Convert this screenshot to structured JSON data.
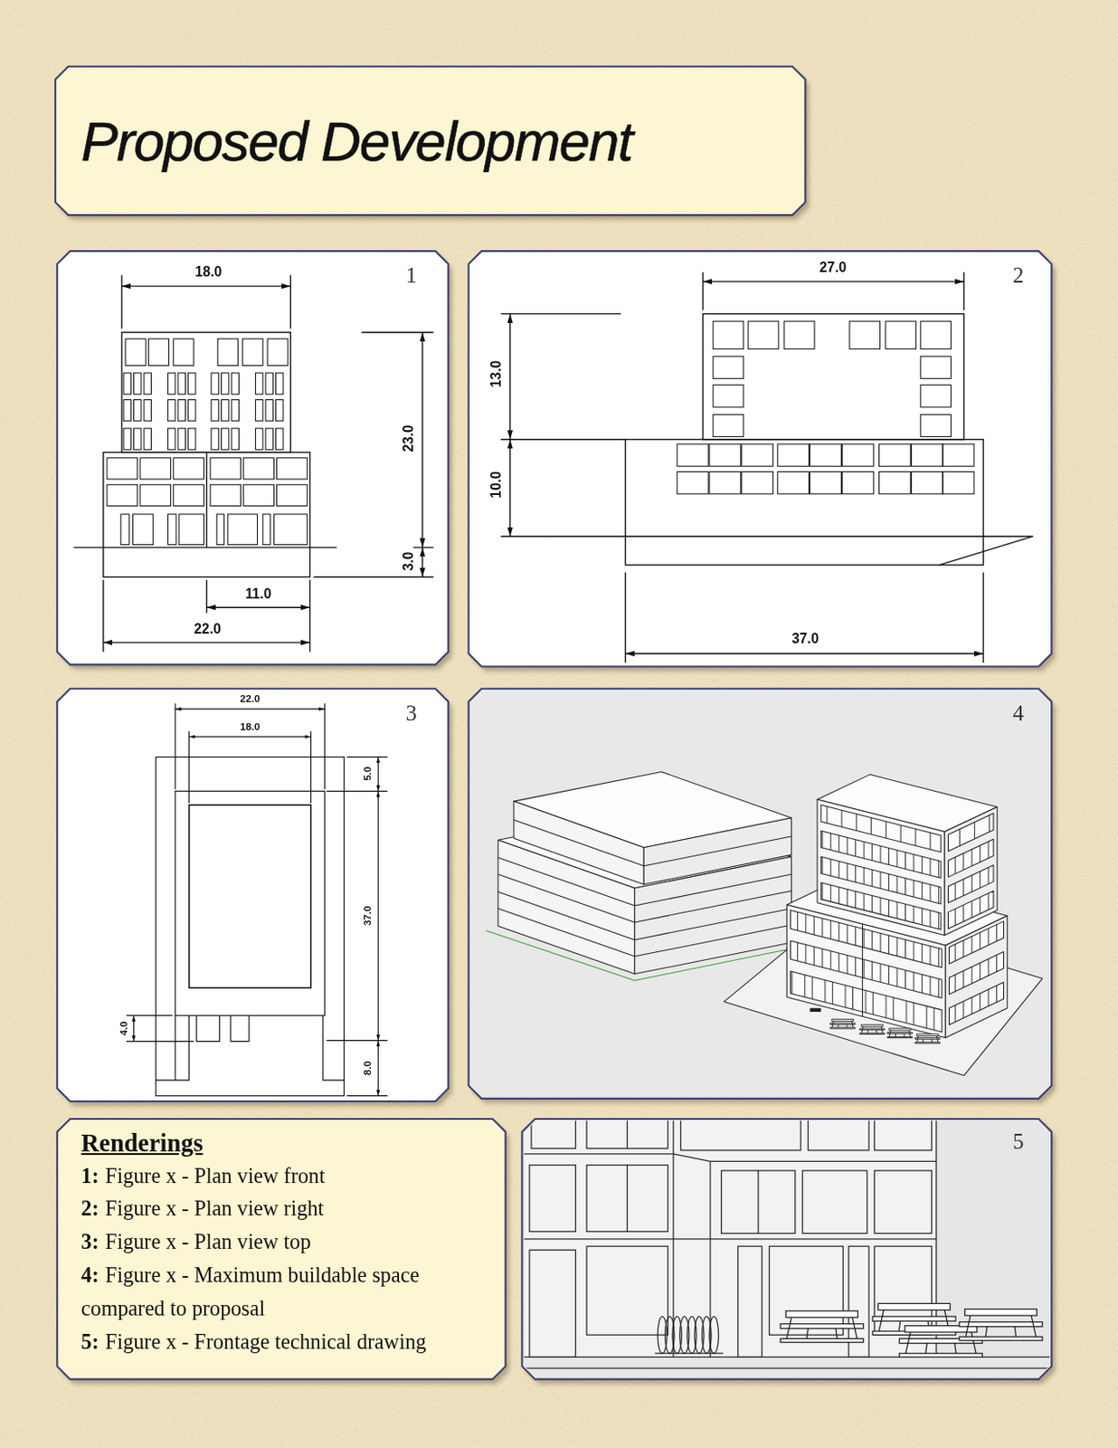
{
  "diagram": {
    "nodes": [
      {
        "text": [
          "Proposed Development"
        ]
      },
      {
        "text": [
          "1"
        ]
      },
      {
        "text": [
          "2"
        ]
      },
      {
        "text": [
          "3"
        ]
      },
      {
        "text": [
          "4"
        ]
      },
      {
        "text": [
          "Renderings",
          "1:",
          "Figure x - Plan view front",
          "2:",
          "Figure x - Plan view right",
          "3:",
          "Figure x - Plan view top",
          "4:",
          "Figure x - Maximum buildable space compared to proposal",
          "5:",
          "Figure x - Frontage technical drawing"
        ]
      },
      {
        "text": [
          "5"
        ]
      }
    ],
    "labels": [
      "18.0",
      "23.0",
      "3.0",
      "11.0",
      "22.0",
      "27.0",
      "13.0",
      "10.0",
      "37.0",
      "22.0",
      "18.0",
      "5.0",
      "37.0",
      "4.0",
      "8.0"
    ]
  }
}
